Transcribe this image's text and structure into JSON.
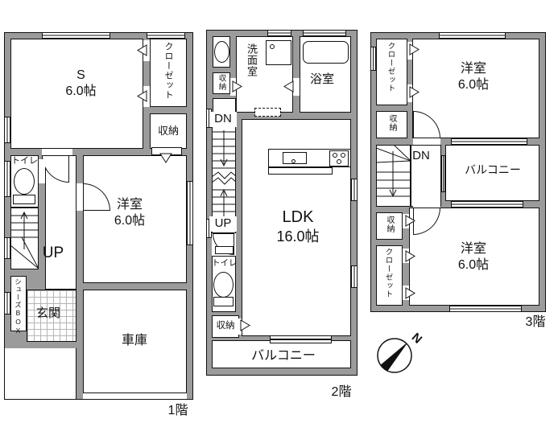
{
  "plan": {
    "floors": [
      {
        "label": "1階",
        "rooms": {
          "service": {
            "name": "S",
            "size": "6.0帖"
          },
          "western": {
            "name": "洋室",
            "size": "6.0帖"
          },
          "toilet": {
            "name": "トイレ"
          },
          "closet": {
            "name": "クローゼット"
          },
          "storage": {
            "name": "収納"
          },
          "stairs": {
            "name": "UP"
          },
          "shoes_box": {
            "name": "シューズBOX"
          },
          "entrance": {
            "name": "玄関"
          },
          "garage": {
            "name": "車庫"
          }
        }
      },
      {
        "label": "2階",
        "rooms": {
          "washroom": {
            "name": "洗面室"
          },
          "storage_upper": {
            "name": "収納"
          },
          "bathroom": {
            "name": "浴室"
          },
          "stairs_down": {
            "name": "DN"
          },
          "stairs_up": {
            "name": "UP"
          },
          "toilet": {
            "name": "トイレ"
          },
          "storage_lower": {
            "name": "収納"
          },
          "ldk": {
            "name": "LDK",
            "size": "16.0帖"
          },
          "balcony": {
            "name": "バルコニー"
          }
        }
      },
      {
        "label": "3階",
        "rooms": {
          "closet_upper": {
            "name": "クローゼット"
          },
          "western_upper": {
            "name": "洋室",
            "size": "6.0帖"
          },
          "storage_upper": {
            "name": "収納"
          },
          "stairs_down": {
            "name": "DN"
          },
          "balcony": {
            "name": "バルコニー"
          },
          "storage_lower": {
            "name": "収納"
          },
          "closet_lower": {
            "name": "クローゼット"
          },
          "western_lower": {
            "name": "洋室",
            "size": "6.0帖"
          }
        }
      }
    ],
    "compass": {
      "north": "N"
    },
    "colors": {
      "wall": "#9b9b9b",
      "line": "#111111",
      "floor": "#ffffff"
    }
  }
}
